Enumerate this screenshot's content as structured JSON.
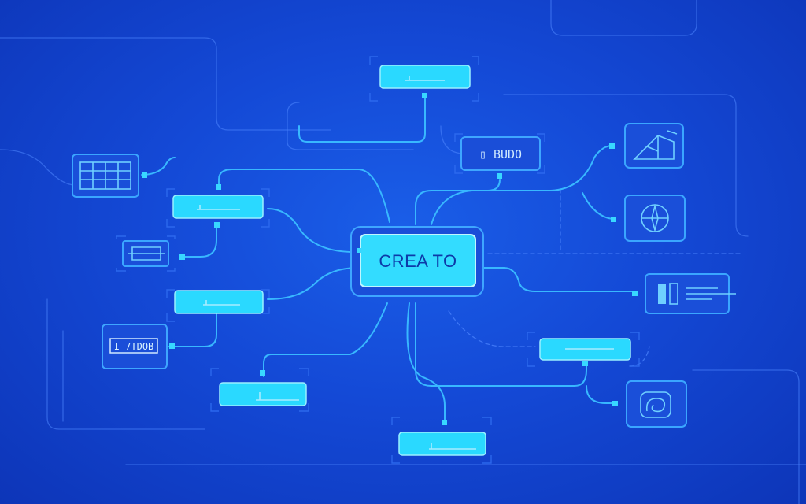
{
  "center_node": {
    "label": "CREA TO"
  },
  "top_right_label": {
    "text": "▯ BUDO"
  },
  "left_label": {
    "text": "I 7TDOB"
  },
  "colors": {
    "background": "#1449d6",
    "accent_cyan": "#2ad9ff",
    "wire_blue": "#38b8ff",
    "panel_fill": "#1a4fd9"
  },
  "icons": [
    "grid-icon",
    "bracket-chip-icon",
    "building-icon",
    "compass-icon",
    "bar-chart-icon",
    "spiral-icon"
  ]
}
